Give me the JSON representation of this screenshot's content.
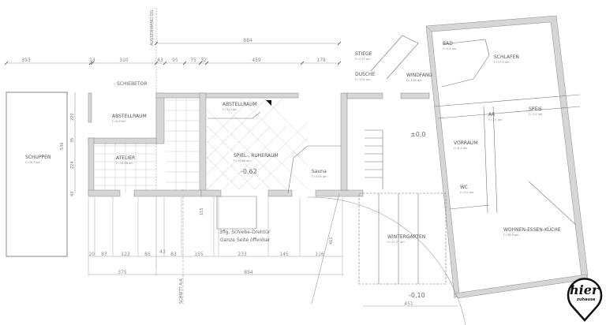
{
  "plan": {
    "top_dimensions": {
      "overall": "884",
      "segments": [
        "393",
        "14",
        "310",
        "43",
        "95",
        "75",
        "32",
        "459",
        "179"
      ]
    },
    "bottom_dimensions": {
      "segments": [
        "10",
        "87",
        "123",
        "85",
        "43",
        "83",
        "155",
        "233",
        "145",
        "116"
      ],
      "totals": [
        "375",
        "894"
      ],
      "wintergarten_width": "451"
    },
    "side_dimensions": [
      "220",
      "35",
      "224",
      "43",
      "536",
      "115",
      "411"
    ],
    "annotations": {
      "outer_wall": "AUSSENWAND OG",
      "gate": "SCHIEBETOR",
      "section": "SCHNITT A-A",
      "door_note_1": "3flg. Schiebe-Drehtür",
      "door_note_2": "Ganze Seite öffenbar"
    },
    "rooms": [
      {
        "name": "SCHUPPEN",
        "area": "F=30,53m²"
      },
      {
        "name": "ABSTELLRAUM",
        "area": "F=6,59m²"
      },
      {
        "name": "ATELIER",
        "area": "F=14,86 qm"
      },
      {
        "name": "ABSTELLRAUM",
        "area": "F=3,07qm"
      },
      {
        "name": "SPIEL-, RUHERAUM",
        "area": "F=19,86 qm"
      },
      {
        "name": "Sauna",
        "area": "F=3,55 qm"
      },
      {
        "name": "STIEGE",
        "area": "F=2,27 qm"
      },
      {
        "name": "DUSCHE",
        "area": "F=1,05 qm"
      },
      {
        "name": "WINDFANG",
        "area": "F=2,86 qm"
      },
      {
        "name": "BAD",
        "area": "F=5,5 qm"
      },
      {
        "name": "SCHLAFEN",
        "area": "F=17,0 qm"
      },
      {
        "name": "AR",
        "area": "F=1,7 qm"
      },
      {
        "name": "SPEIS",
        "area": "F=1,9 qm"
      },
      {
        "name": "VORRAUM",
        "area": "F=6,3 qm"
      },
      {
        "name": "WC",
        "area": "F=2,0 qm"
      },
      {
        "name": "WOHNEN-ESSEN-KÜCHE",
        "area": "F=38,6 qm"
      },
      {
        "name": "WINTERGARTEN",
        "area": "F=17,37 qm"
      }
    ],
    "levels": [
      "-0,62",
      "±0,0",
      "-0,10"
    ]
  },
  "logo": {
    "main": "hier",
    "sub": "zuhause"
  }
}
